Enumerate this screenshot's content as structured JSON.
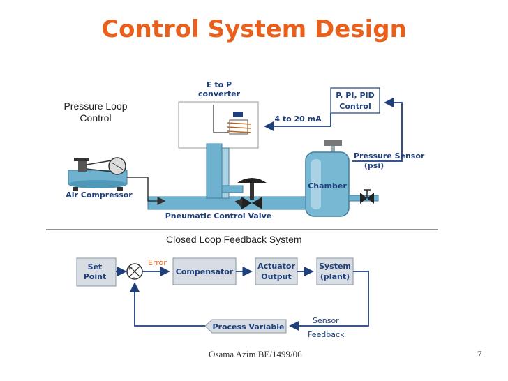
{
  "slide": {
    "title": "Control System Design",
    "section_label_line1": "Pressure Loop",
    "section_label_line2": "Control",
    "feedback_title": "Closed Loop Feedback System"
  },
  "process": {
    "e_to_p_line1": "E to P",
    "e_to_p_line2": "converter",
    "pid_line1": "P, PI, PID",
    "pid_line2": "Control",
    "signal": "4 to 20 mA",
    "sensor_line1": "Pressure Sensor",
    "sensor_line2": "(psi)",
    "chamber": "Chamber",
    "compressor": "Air Compressor",
    "valve": "Pneumatic Control Valve"
  },
  "block_diagram": {
    "setpoint_line1": "Set",
    "setpoint_line2": "Point",
    "error": "Error",
    "sum_plus": "+",
    "sum_minus": "-",
    "compensator": "Compensator",
    "actuator_line1": "Actuator",
    "actuator_line2": "Output",
    "system_line1": "System",
    "system_line2": "(plant)",
    "sensor_line1": "Sensor",
    "sensor_line2": "Feedback",
    "process_variable": "Process Variable"
  },
  "footer": {
    "author": "Osama Azim   BE/1499/06",
    "page": "7"
  },
  "colors": {
    "title": "#e8601c",
    "pipe": "#6fb2cf",
    "pipe_dark": "#3f7f9c",
    "block_text": "#1e3f7a",
    "block_fill": "#d7dde3"
  }
}
